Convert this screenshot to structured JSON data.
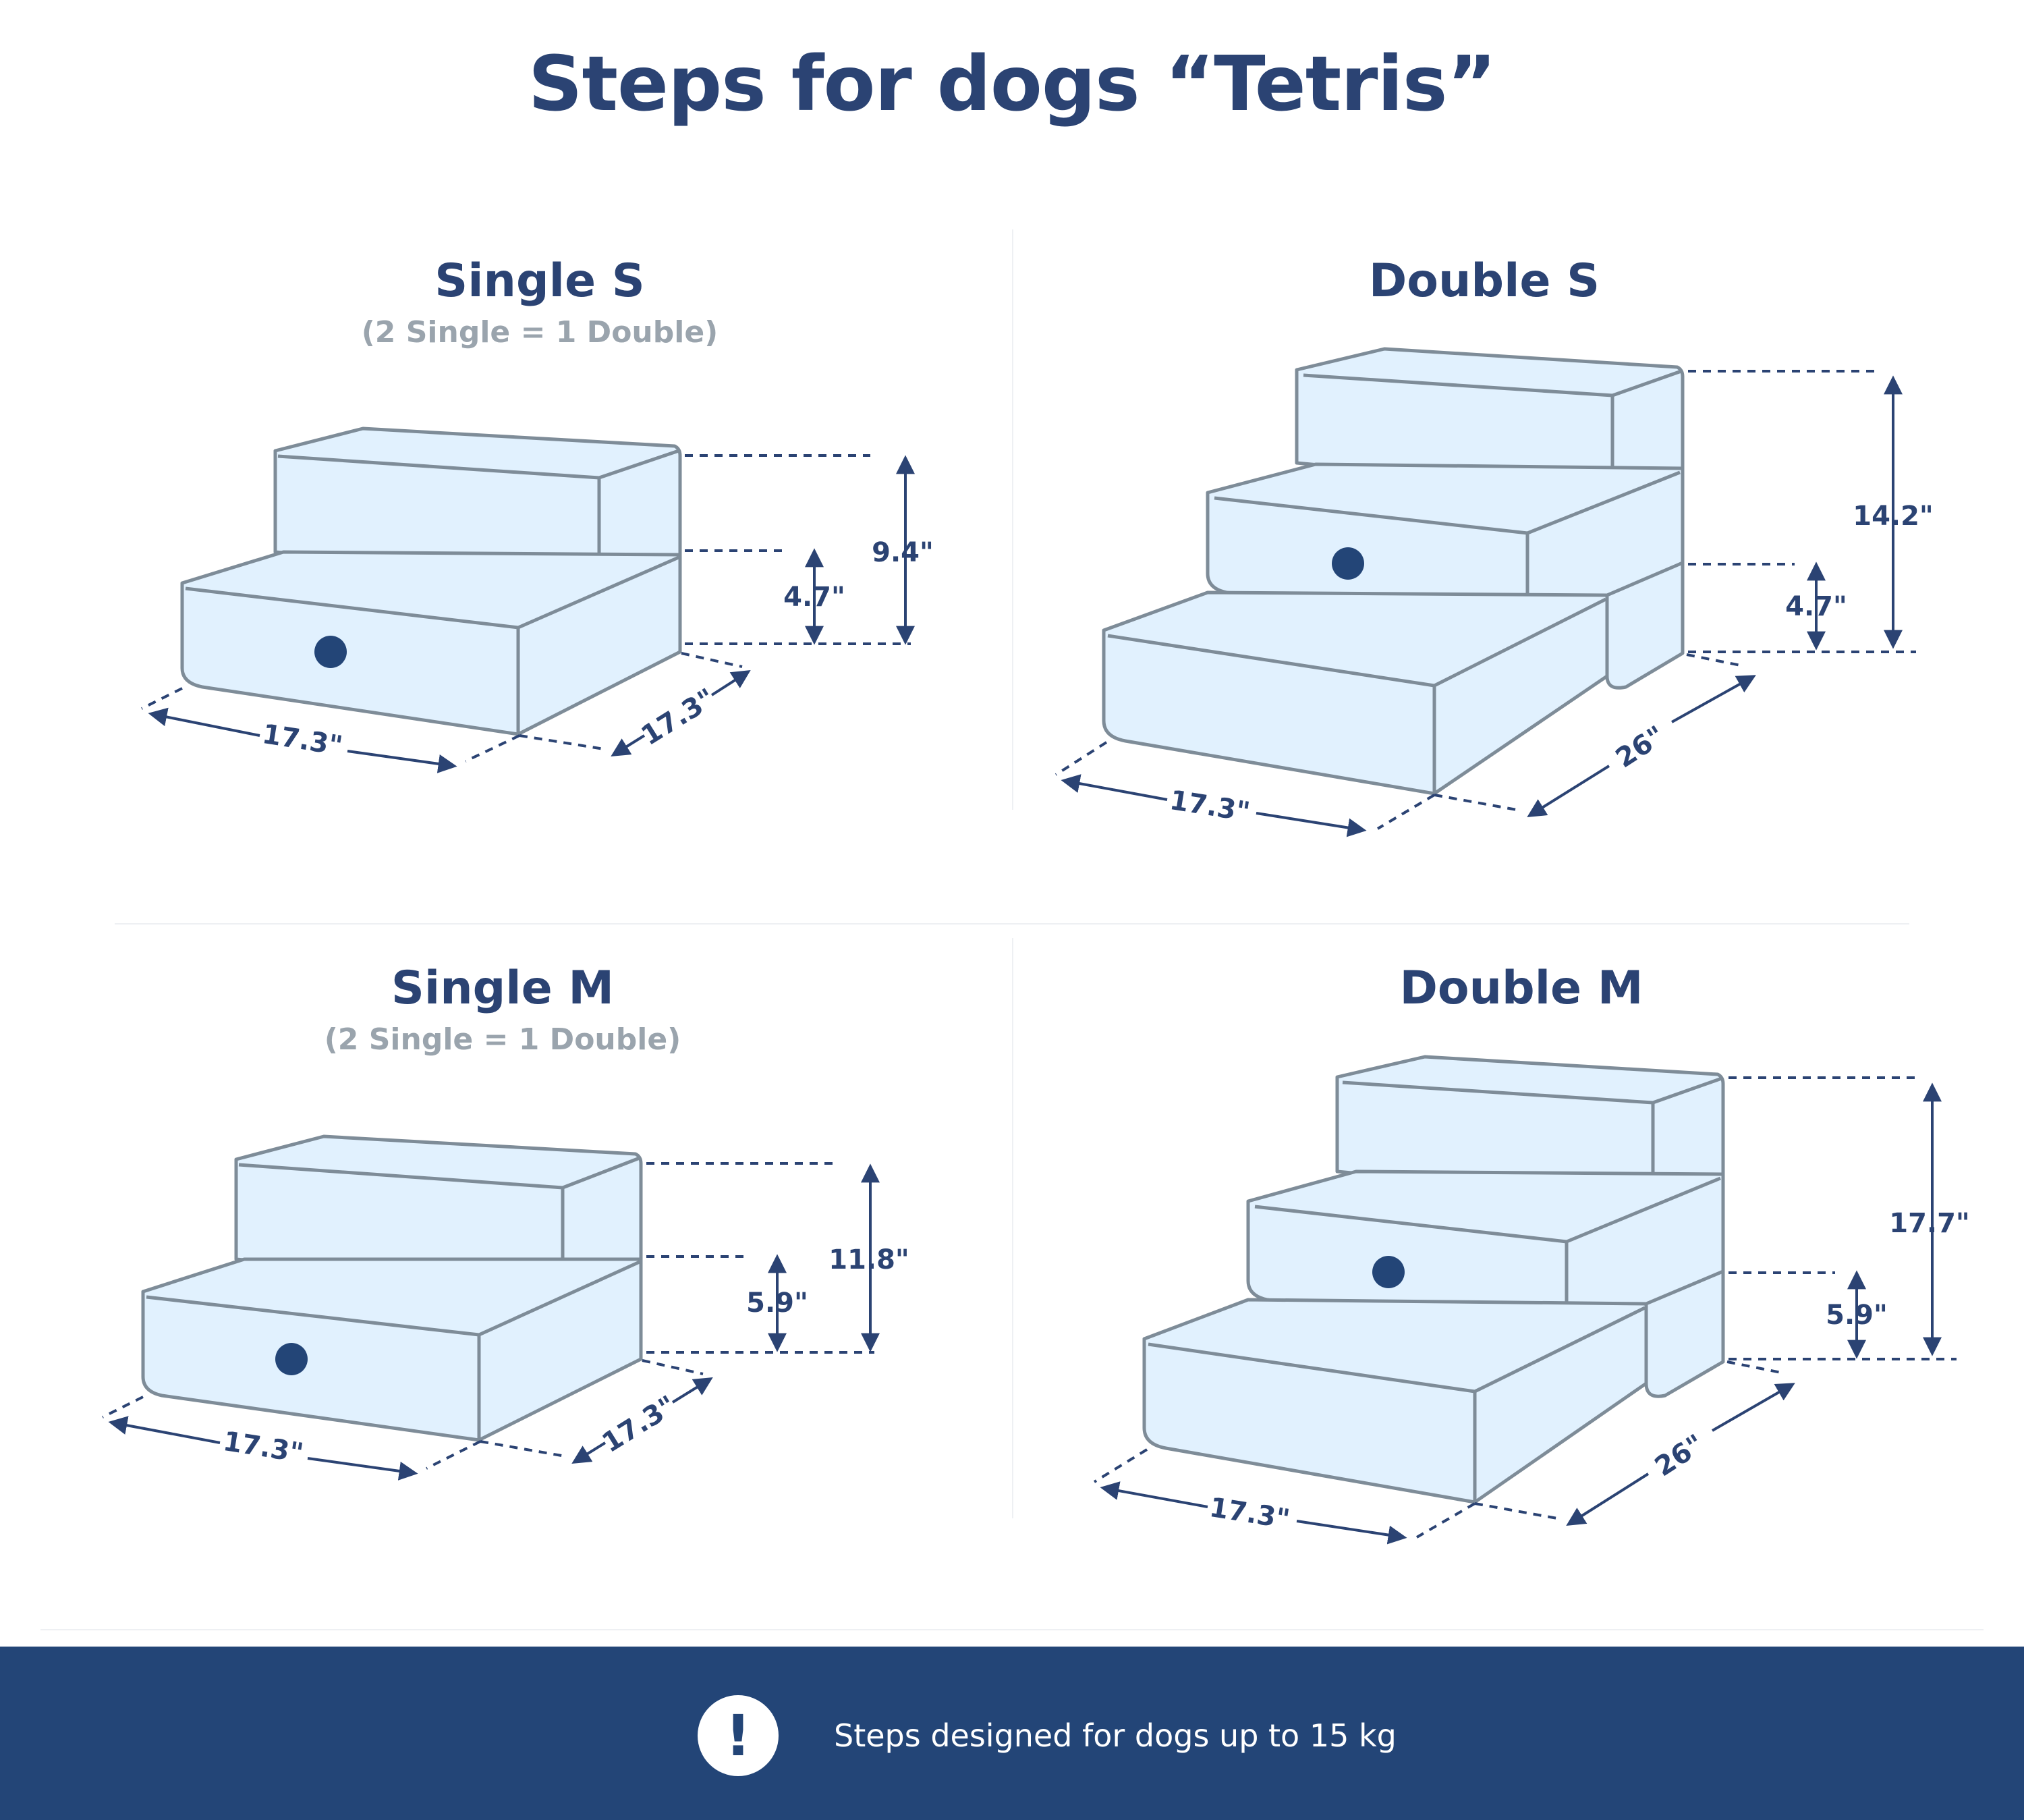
{
  "title": "Steps for dogs “Tetris”",
  "products": [
    {
      "name": "Single S",
      "subtitle": "(2 Single = 1 Double)",
      "width": "17.3\"",
      "depth": "17.3\"",
      "total_height": "9.4\"",
      "step_height": "4.7\""
    },
    {
      "name": "Double S",
      "subtitle": "",
      "width": "17.3\"",
      "depth": "26\"",
      "total_height": "14.2\"",
      "step_height": "4.7\""
    },
    {
      "name": "Single M",
      "subtitle": "(2 Single = 1 Double)",
      "width": "17.3\"",
      "depth": "17.3\"",
      "total_height": "11.8\"",
      "step_height": "5.9\""
    },
    {
      "name": "Double M",
      "subtitle": "",
      "width": "17.3\"",
      "depth": "26\"",
      "total_height": "17.7\"",
      "step_height": "5.9\""
    }
  ],
  "footer": {
    "icon": "exclamation-icon",
    "text": "Steps designed for dogs up to 15 kg"
  },
  "colors": {
    "accent": "#2b4373",
    "footer_bg": "#234577",
    "block_fill": "#e1f1fe",
    "block_stroke": "#7e8c98",
    "subtitle": "#9aa4ad"
  }
}
